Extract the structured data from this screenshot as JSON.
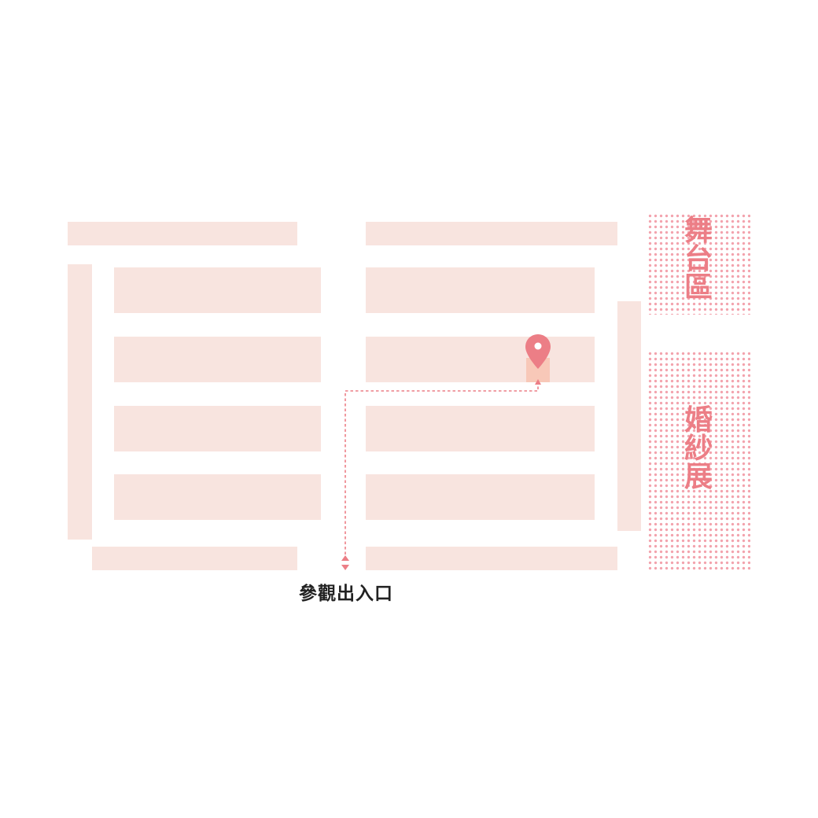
{
  "zones": {
    "stage": {
      "label": [
        "舞",
        "台",
        "區"
      ]
    },
    "wedding_expo": {
      "label": [
        "婚",
        "紗",
        "展"
      ]
    }
  },
  "entrance": {
    "label": "參觀出入口"
  },
  "colors": {
    "booth_block": "#f8e4df",
    "highlight_booth": "#f8c8b8",
    "accent": "#ec7e86",
    "zone_dots": "#f3a3ad",
    "label_text": "#222222"
  },
  "icons": {
    "location_pin": "map-pin-icon",
    "entrance_arrows": "up-down-arrow-icon"
  }
}
